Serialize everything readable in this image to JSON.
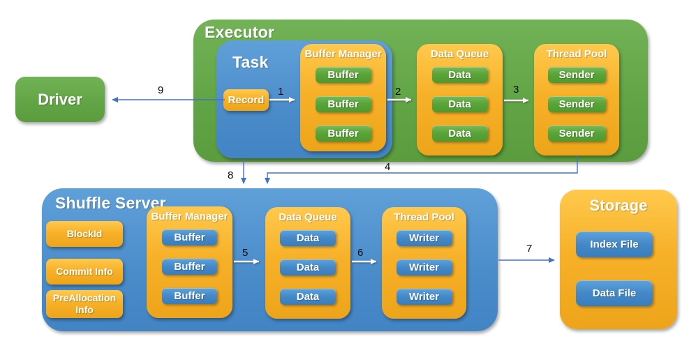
{
  "executor": {
    "title": "Executor",
    "task": {
      "title": "Task",
      "record": "Record"
    },
    "buffer_manager": {
      "title": "Buffer Manager",
      "items": [
        "Buffer",
        "Buffer",
        "Buffer"
      ]
    },
    "data_queue": {
      "title": "Data Queue",
      "items": [
        "Data",
        "Data",
        "Data"
      ]
    },
    "thread_pool": {
      "title": "Thread Pool",
      "items": [
        "Sender",
        "Sender",
        "Sender"
      ]
    }
  },
  "driver": {
    "title": "Driver"
  },
  "shuffle_server": {
    "title": "Shuffle Server",
    "block_id": "BlockId",
    "commit_info": "Commit Info",
    "preallocation_info": "PreAllocation Info",
    "buffer_manager": {
      "title": "Buffer Manager",
      "items": [
        "Buffer",
        "Buffer",
        "Buffer"
      ]
    },
    "data_queue": {
      "title": "Data Queue",
      "items": [
        "Data",
        "Data",
        "Data"
      ]
    },
    "thread_pool": {
      "title": "Thread Pool",
      "items": [
        "Writer",
        "Writer",
        "Writer"
      ]
    }
  },
  "storage": {
    "title": "Storage",
    "index_file": "Index File",
    "data_file": "Data File"
  },
  "flow_labels": {
    "s1": "1",
    "s2": "2",
    "s3": "3",
    "s4": "4",
    "s5": "5",
    "s6": "6",
    "s7": "7",
    "s8": "8",
    "s9": "9"
  },
  "colors": {
    "green": "#5FA03C",
    "blue": "#4A8CCA",
    "orange": "#F4AC23",
    "arrow_blue": "#4472C4",
    "arrow_white": "#FFFFFF",
    "flow_label_text": "#0A0A0A",
    "box_text": "#FFFFFF"
  }
}
